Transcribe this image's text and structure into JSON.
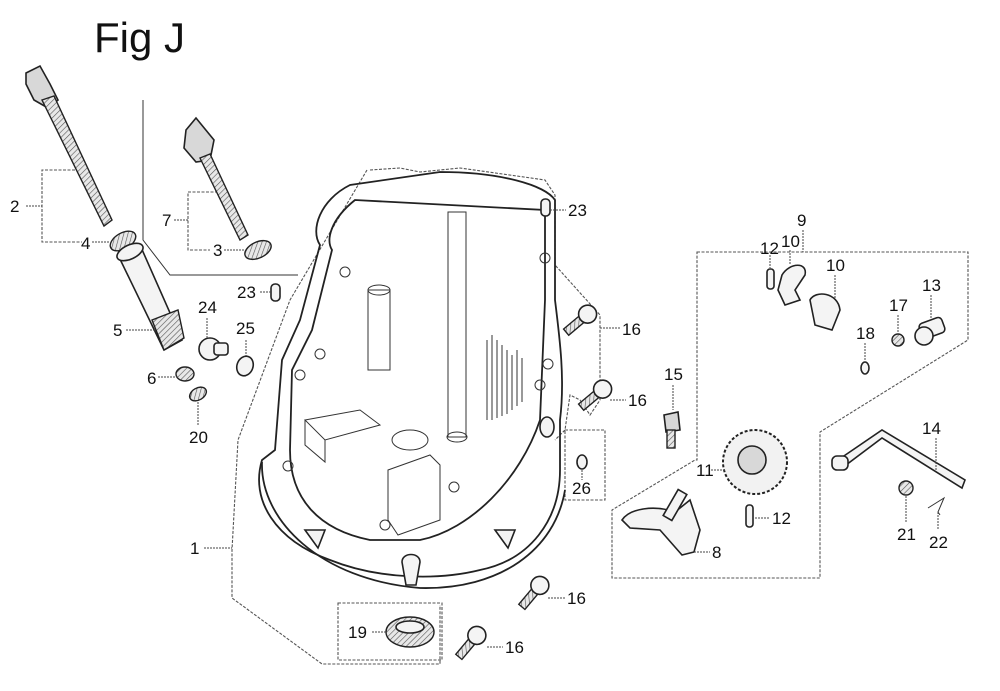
{
  "figure": {
    "title": "Fig J",
    "type": "exploded parts diagram",
    "subject": "crankcase cover / oil pan assembly"
  },
  "callouts": [
    {
      "id": "c1",
      "label": "1",
      "part": "crankcase-cover"
    },
    {
      "id": "c2",
      "label": "2",
      "part": "oil-dipstick-assembly"
    },
    {
      "id": "c3",
      "label": "3",
      "part": "o-ring-filler-cap"
    },
    {
      "id": "c4",
      "label": "4",
      "part": "o-ring-dipstick"
    },
    {
      "id": "c5",
      "label": "5",
      "part": "oil-filler-tube"
    },
    {
      "id": "c6",
      "label": "6",
      "part": "plug-clip"
    },
    {
      "id": "c7",
      "label": "7",
      "part": "oil-filler-cap-assembly"
    },
    {
      "id": "c8",
      "label": "8",
      "part": "governor-arm"
    },
    {
      "id": "c9",
      "label": "9",
      "part": "governor-assembly"
    },
    {
      "id": "c10a",
      "label": "10",
      "part": "governor-weight"
    },
    {
      "id": "c10b",
      "label": "10",
      "part": "governor-holder"
    },
    {
      "id": "c11",
      "label": "11",
      "part": "governor-gear"
    },
    {
      "id": "c12a",
      "label": "12",
      "part": "pin-upper"
    },
    {
      "id": "c12b",
      "label": "12",
      "part": "pin-lower"
    },
    {
      "id": "c13",
      "label": "13",
      "part": "governor-slider"
    },
    {
      "id": "c14",
      "label": "14",
      "part": "governor-shaft"
    },
    {
      "id": "c15",
      "label": "15",
      "part": "governor-arm-bolt"
    },
    {
      "id": "c16a",
      "label": "16",
      "part": "flange-bolt-a"
    },
    {
      "id": "c16b",
      "label": "16",
      "part": "flange-bolt-b"
    },
    {
      "id": "c16c",
      "label": "16",
      "part": "flange-bolt-c"
    },
    {
      "id": "c16d",
      "label": "16",
      "part": "flange-bolt-d"
    },
    {
      "id": "c17",
      "label": "17",
      "part": "washer"
    },
    {
      "id": "c18",
      "label": "18",
      "part": "clip"
    },
    {
      "id": "c19",
      "label": "19",
      "part": "oil-seal"
    },
    {
      "id": "c20",
      "label": "20",
      "part": "o-ring-plug"
    },
    {
      "id": "c21",
      "label": "21",
      "part": "washer-shaft"
    },
    {
      "id": "c22",
      "label": "22",
      "part": "clip-shaft"
    },
    {
      "id": "c23a",
      "label": "23",
      "part": "dowel-pin-right"
    },
    {
      "id": "c23b",
      "label": "23",
      "part": "dowel-pin-left"
    },
    {
      "id": "c24",
      "label": "24",
      "part": "drain-plug"
    },
    {
      "id": "c25",
      "label": "25",
      "part": "sealing-washer"
    },
    {
      "id": "c26",
      "label": "26",
      "part": "gasket-plug"
    }
  ]
}
